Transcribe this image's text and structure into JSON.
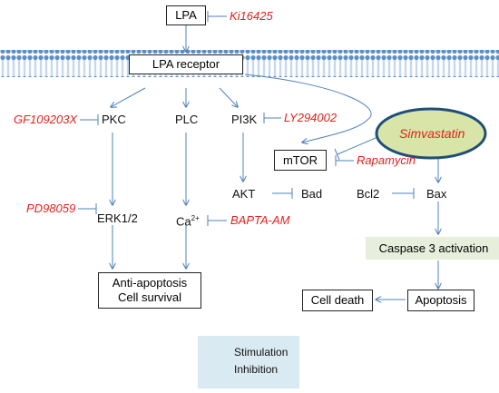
{
  "nodes": {
    "lpa": "LPA",
    "lpa_receptor": "LPA receptor",
    "pkc": "PKC",
    "plc": "PLC",
    "pi3k": "PI3K",
    "mtor": "mTOR",
    "akt": "AKT",
    "bad": "Bad",
    "bcl2": "Bcl2",
    "bax": "Bax",
    "erk": "ERK1/2",
    "ca": "Ca",
    "ca_sup": "2+",
    "caspase": "Caspase 3 activation",
    "anti_apoptosis_line1": "Anti-apoptosis",
    "anti_apoptosis_line2": "Cell survival",
    "cell_death": "Cell death",
    "apoptosis": "Apoptosis",
    "simvastatin": "Simvastatin"
  },
  "inhibitors": {
    "ki16425": "Ki16425",
    "gf109203x": "GF109203X",
    "ly294002": "LY294002",
    "rapamycin": "Rapamycin",
    "pd98059": "PD98059",
    "bapta": "BAPTA-AM"
  },
  "legend": {
    "stimulation": "Stimulation",
    "inhibition": "Inhibition"
  },
  "colors": {
    "arrow": "#4f81bd",
    "inhibitor_text": "#e3211c",
    "membrane": "#5b8fc7",
    "simvastatin_fill": "#d8e4a8",
    "simvastatin_border": "#1f4e79",
    "caspase_fill": "#e7eedb",
    "legend_fill": "#daeaf2"
  }
}
